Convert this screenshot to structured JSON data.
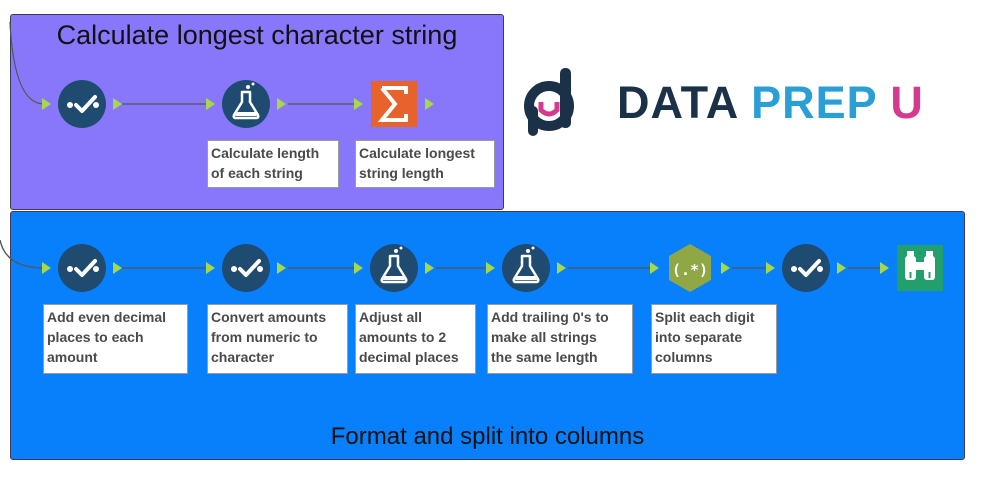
{
  "containers": [
    {
      "id": "top",
      "title": "Calculate longest character string",
      "color": "#8877fb"
    },
    {
      "id": "bottom",
      "title": "Format and split into columns",
      "color": "#087ffb"
    }
  ],
  "tools": [
    {
      "id": "t1",
      "icon": "select-icon",
      "label": ""
    },
    {
      "id": "t2",
      "icon": "formula-icon",
      "label": "Calculate length\nof each string"
    },
    {
      "id": "t3",
      "icon": "summarize-icon",
      "label": "Calculate longest\nstring length"
    },
    {
      "id": "b1",
      "icon": "select-icon",
      "label": "Add even decimal\nplaces to each\namount"
    },
    {
      "id": "b2",
      "icon": "select-icon",
      "label": "Convert amounts\nfrom numeric to\ncharacter"
    },
    {
      "id": "b3",
      "icon": "formula-icon",
      "label": "Adjust all\namounts to 2\ndecimal places"
    },
    {
      "id": "b4",
      "icon": "formula-icon",
      "label": "Add trailing 0's to\nmake all strings\nthe same length"
    },
    {
      "id": "b5",
      "icon": "regex-icon",
      "label": "Split each digit\ninto separate\ncolumns",
      "glyph": "(.*)"
    },
    {
      "id": "b6",
      "icon": "select-icon",
      "label": ""
    },
    {
      "id": "b7",
      "icon": "browse-icon",
      "label": ""
    }
  ],
  "logo": {
    "word1": "DATA",
    "word2": "PREP",
    "word3": "U",
    "colors": {
      "dark": "#1b3147",
      "blue": "#2a9fd6",
      "pink": "#d63a8e"
    }
  },
  "colors": {
    "select": "#1f4b70",
    "formula": "#1f4b70",
    "summarize": "#e8632b",
    "regex": "#8fa845",
    "browse": "#21a06e",
    "anchor": "#a6d84a",
    "connector": "#555555"
  }
}
